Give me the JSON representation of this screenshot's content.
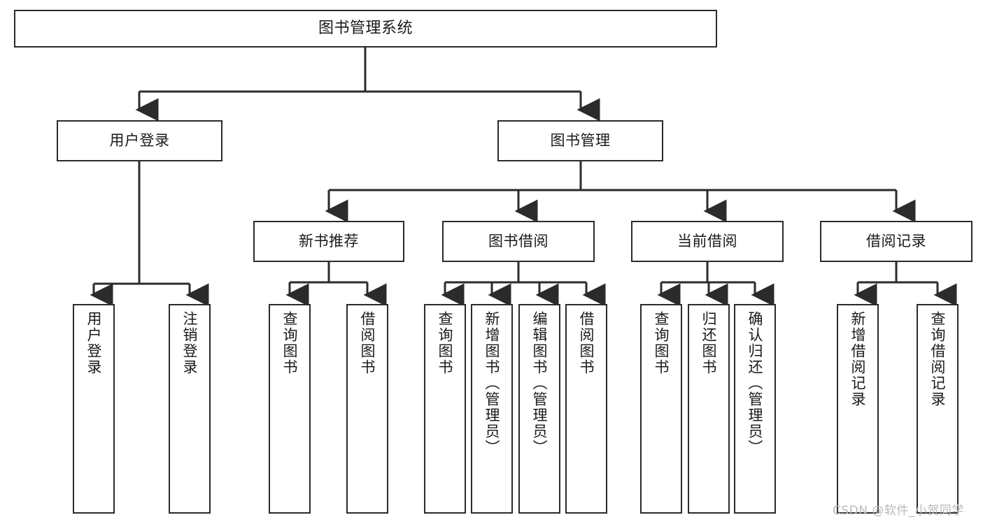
{
  "diagram": {
    "title": "图书管理系统",
    "type": "tree-hierarchy-chart",
    "colors": {
      "box_border": "#2b2b2b",
      "box_fill": "#ffffff",
      "edge": "#2b2b2b",
      "text": "#1a1a1a",
      "watermark": "#b9b9b9"
    },
    "root": {
      "label": "图书管理系统"
    },
    "level2": [
      {
        "id": "user-login",
        "label": "用户登录"
      },
      {
        "id": "book-management",
        "label": "图书管理"
      }
    ],
    "level3": [
      {
        "id": "new-book-recommend",
        "label": "新书推荐"
      },
      {
        "id": "book-borrow",
        "label": "图书借阅"
      },
      {
        "id": "current-borrow",
        "label": "当前借阅"
      },
      {
        "id": "borrow-record",
        "label": "借阅记录"
      }
    ],
    "leaves": {
      "user_login": [
        {
          "id": "leaf-user-login",
          "label": "用户登录"
        },
        {
          "id": "leaf-logout-login",
          "label": "注销登录"
        }
      ],
      "new_book_recommend": [
        {
          "id": "leaf-query-book-1",
          "label": "查询图书"
        },
        {
          "id": "leaf-borrow-book-1",
          "label": "借阅图书"
        }
      ],
      "book_borrow": [
        {
          "id": "leaf-query-book-2",
          "label": "查询图书"
        },
        {
          "id": "leaf-add-book-admin",
          "label": "新增图书（管理员）"
        },
        {
          "id": "leaf-edit-book-admin",
          "label": "编辑图书（管理员）"
        },
        {
          "id": "leaf-borrow-book-2",
          "label": "借阅图书"
        }
      ],
      "current_borrow": [
        {
          "id": "leaf-query-book-3",
          "label": "查询图书"
        },
        {
          "id": "leaf-return-book",
          "label": "归还图书"
        },
        {
          "id": "leaf-confirm-return-admin",
          "label": "确认归还（管理员）"
        }
      ],
      "borrow_record": [
        {
          "id": "leaf-add-borrow-record",
          "label": "新增借阅记录"
        },
        {
          "id": "leaf-query-borrow-record",
          "label": "查询借阅记录"
        }
      ]
    },
    "watermark": "CSDN @软件_小贺同学"
  }
}
